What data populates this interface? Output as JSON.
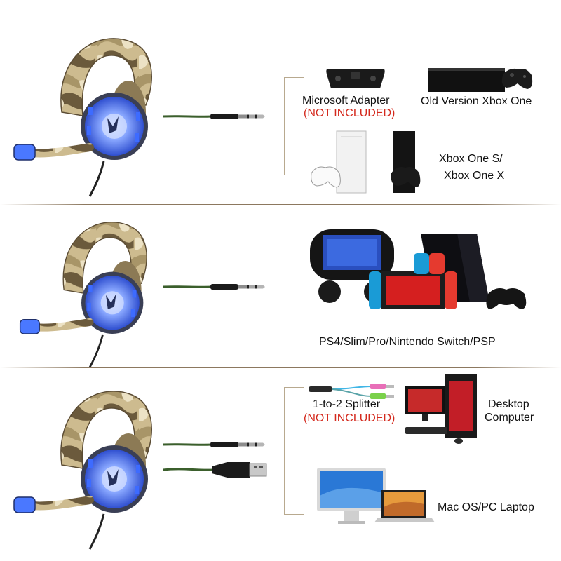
{
  "colors": {
    "camo_light": "#d8c9a3",
    "camo_mid": "#a89568",
    "camo_dark": "#6b5a3c",
    "led_blue": "#2f6bff",
    "divider": "#8c785f",
    "accent_red": "#d42a1e",
    "bracket": "#b8a98f"
  },
  "rows": [
    {
      "name": "xbox",
      "connector": "3.5mm-jack",
      "devices": [
        {
          "label": "Microsoft Adapter",
          "note": "(NOT INCLUDED)",
          "icon": "xbox-stereo-adapter-icon"
        },
        {
          "label": "Old Version Xbox One",
          "icon": "xbox-one-console-icon"
        },
        {
          "label_line1": "Xbox One S/",
          "label_line2": "Xbox One X",
          "icon": "xbox-one-s-x-console-icon"
        }
      ]
    },
    {
      "name": "playstation-nintendo",
      "connector": "3.5mm-jack",
      "devices": [
        {
          "label": "PS4/Slim/Pro/Nintendo Switch/PSP",
          "icon": "ps4-switch-psp-icon"
        }
      ]
    },
    {
      "name": "pc",
      "connector": "3.5mm-jack-and-usb",
      "devices": [
        {
          "label": "1-to-2 Splitter",
          "note": "(NOT INCLUDED)",
          "icon": "audio-splitter-cable-icon"
        },
        {
          "label_line1": "Desktop",
          "label_line2": "Computer",
          "icon": "desktop-computer-icon"
        },
        {
          "label": "Mac OS/PC Laptop",
          "icon": "mac-laptop-icon"
        }
      ]
    }
  ]
}
